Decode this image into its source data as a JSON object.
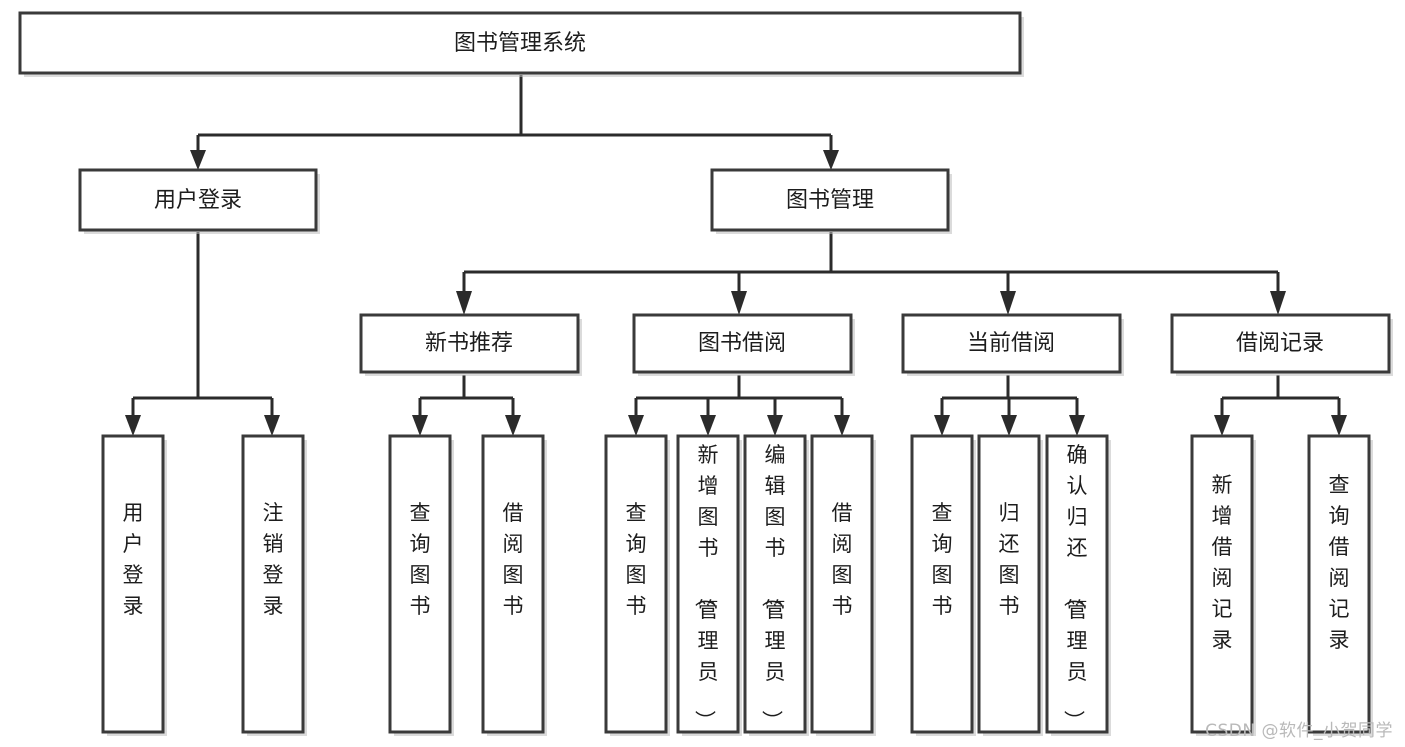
{
  "diagram": {
    "type": "tree-hierarchy-chart",
    "title": "图书管理系统",
    "watermark": "CSDN @软件_小贺同学",
    "colors": {
      "box_stroke": "#3a3a3a",
      "edge": "#2b2b2b",
      "background": "#ffffff",
      "text": "#1d1d1d",
      "watermark": "#b9b9b9"
    },
    "levels": [
      {
        "level": 0,
        "nodes": [
          {
            "id": "root",
            "label": "图书管理系统",
            "orientation": "horizontal"
          }
        ]
      },
      {
        "level": 1,
        "nodes": [
          {
            "id": "login",
            "label": "用户登录",
            "orientation": "horizontal",
            "parent": "root"
          },
          {
            "id": "bookmgmt",
            "label": "图书管理",
            "orientation": "horizontal",
            "parent": "root"
          }
        ]
      },
      {
        "level": 2,
        "nodes": [
          {
            "id": "newbook",
            "label": "新书推荐",
            "orientation": "horizontal",
            "parent": "bookmgmt"
          },
          {
            "id": "borrow",
            "label": "图书借阅",
            "orientation": "horizontal",
            "parent": "bookmgmt"
          },
          {
            "id": "current",
            "label": "当前借阅",
            "orientation": "horizontal",
            "parent": "bookmgmt"
          },
          {
            "id": "record",
            "label": "借阅记录",
            "orientation": "horizontal",
            "parent": "bookmgmt"
          }
        ]
      },
      {
        "level": 3,
        "nodes": [
          {
            "id": "leaf1",
            "label": "用户登录",
            "orientation": "vertical",
            "parent": "login"
          },
          {
            "id": "leaf2",
            "label": "注销登录",
            "orientation": "vertical",
            "parent": "login"
          },
          {
            "id": "leaf3",
            "label": "查询图书",
            "orientation": "vertical",
            "parent": "newbook"
          },
          {
            "id": "leaf4",
            "label": "借阅图书",
            "orientation": "vertical",
            "parent": "newbook"
          },
          {
            "id": "leaf5",
            "label": "查询图书",
            "orientation": "vertical",
            "parent": "borrow"
          },
          {
            "id": "leaf6",
            "label": "新增图书（管理员）",
            "orientation": "vertical",
            "parent": "borrow"
          },
          {
            "id": "leaf7",
            "label": "编辑图书（管理员）",
            "orientation": "vertical",
            "parent": "borrow"
          },
          {
            "id": "leaf8",
            "label": "借阅图书",
            "orientation": "vertical",
            "parent": "borrow"
          },
          {
            "id": "leaf9",
            "label": "查询图书",
            "orientation": "vertical",
            "parent": "current"
          },
          {
            "id": "leaf10",
            "label": "归还图书",
            "orientation": "vertical",
            "parent": "current"
          },
          {
            "id": "leaf11",
            "label": "确认归还（管理员）",
            "orientation": "vertical",
            "parent": "current"
          },
          {
            "id": "leaf12",
            "label": "新增借阅记录",
            "orientation": "vertical",
            "parent": "record"
          },
          {
            "id": "leaf13",
            "label": "查询借阅记录",
            "orientation": "vertical",
            "parent": "record"
          }
        ]
      }
    ]
  }
}
